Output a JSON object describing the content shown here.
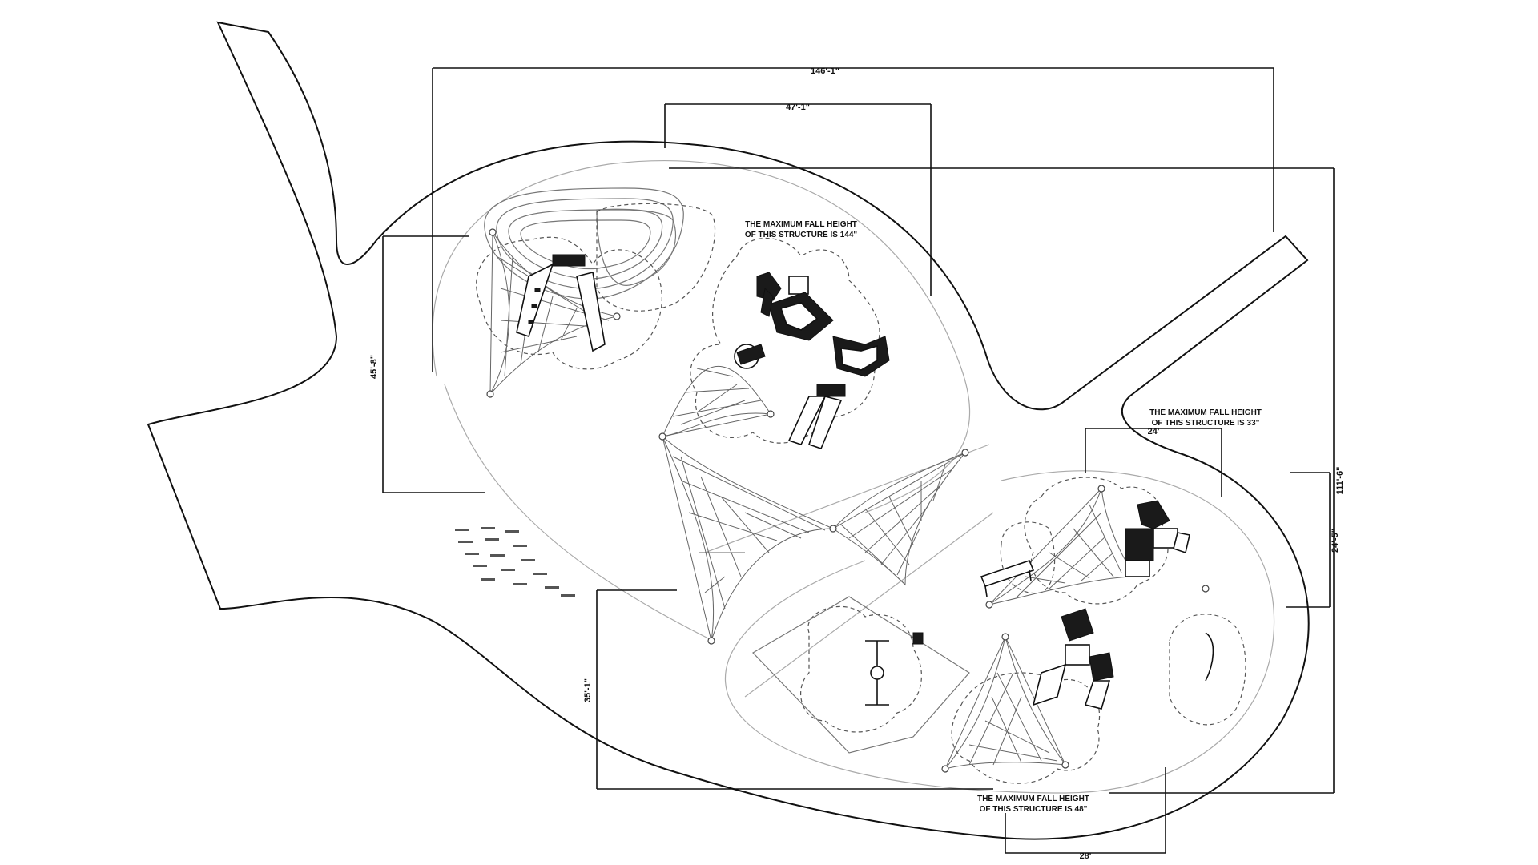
{
  "dimensions": {
    "overall_width": "146'-1\"",
    "upper_width": "47'-1\"",
    "overall_height": "111'-6\"",
    "left_height": "45'-8\"",
    "right_height": "24'-5\"",
    "small_width": "24'",
    "lower_height": "35'-1\"",
    "lower_width": "28'"
  },
  "notes": {
    "fall_height_144_line1": "THE MAXIMUM FALL HEIGHT",
    "fall_height_144_line2": "OF THIS STRUCTURE IS 144\"",
    "fall_height_33_line1": "THE MAXIMUM FALL HEIGHT",
    "fall_height_33_line2": "OF THIS STRUCTURE IS 33\"",
    "fall_height_48_line1": "THE MAXIMUM FALL HEIGHT",
    "fall_height_48_line2": "OF THIS STRUCTURE IS 48\""
  },
  "colors": {
    "line": "#111111",
    "net": "#666666",
    "background": "#ffffff"
  }
}
